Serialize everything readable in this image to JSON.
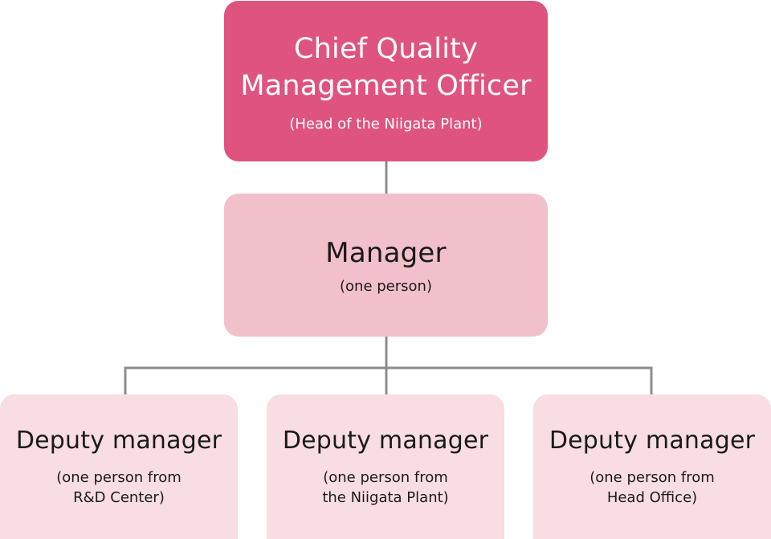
{
  "chart": {
    "top": {
      "title": "Chief Quality\nManagement Officer",
      "subtitle": "(Head of the Niigata Plant)"
    },
    "middle": {
      "title": "Manager",
      "subtitle": "(one person)"
    },
    "deputies": [
      {
        "title": "Deputy manager",
        "subtitle": "(one person from\nR&D Center)"
      },
      {
        "title": "Deputy manager",
        "subtitle": "(one person from\nthe Niigata Plant)"
      },
      {
        "title": "Deputy manager",
        "subtitle": "(one person from\nHead Office)"
      }
    ]
  },
  "colors": {
    "top_fill": "#df537f",
    "middle_fill": "#f2c0ca",
    "deputy_fill": "#f8dde2",
    "connector": "#8c8c8c"
  }
}
